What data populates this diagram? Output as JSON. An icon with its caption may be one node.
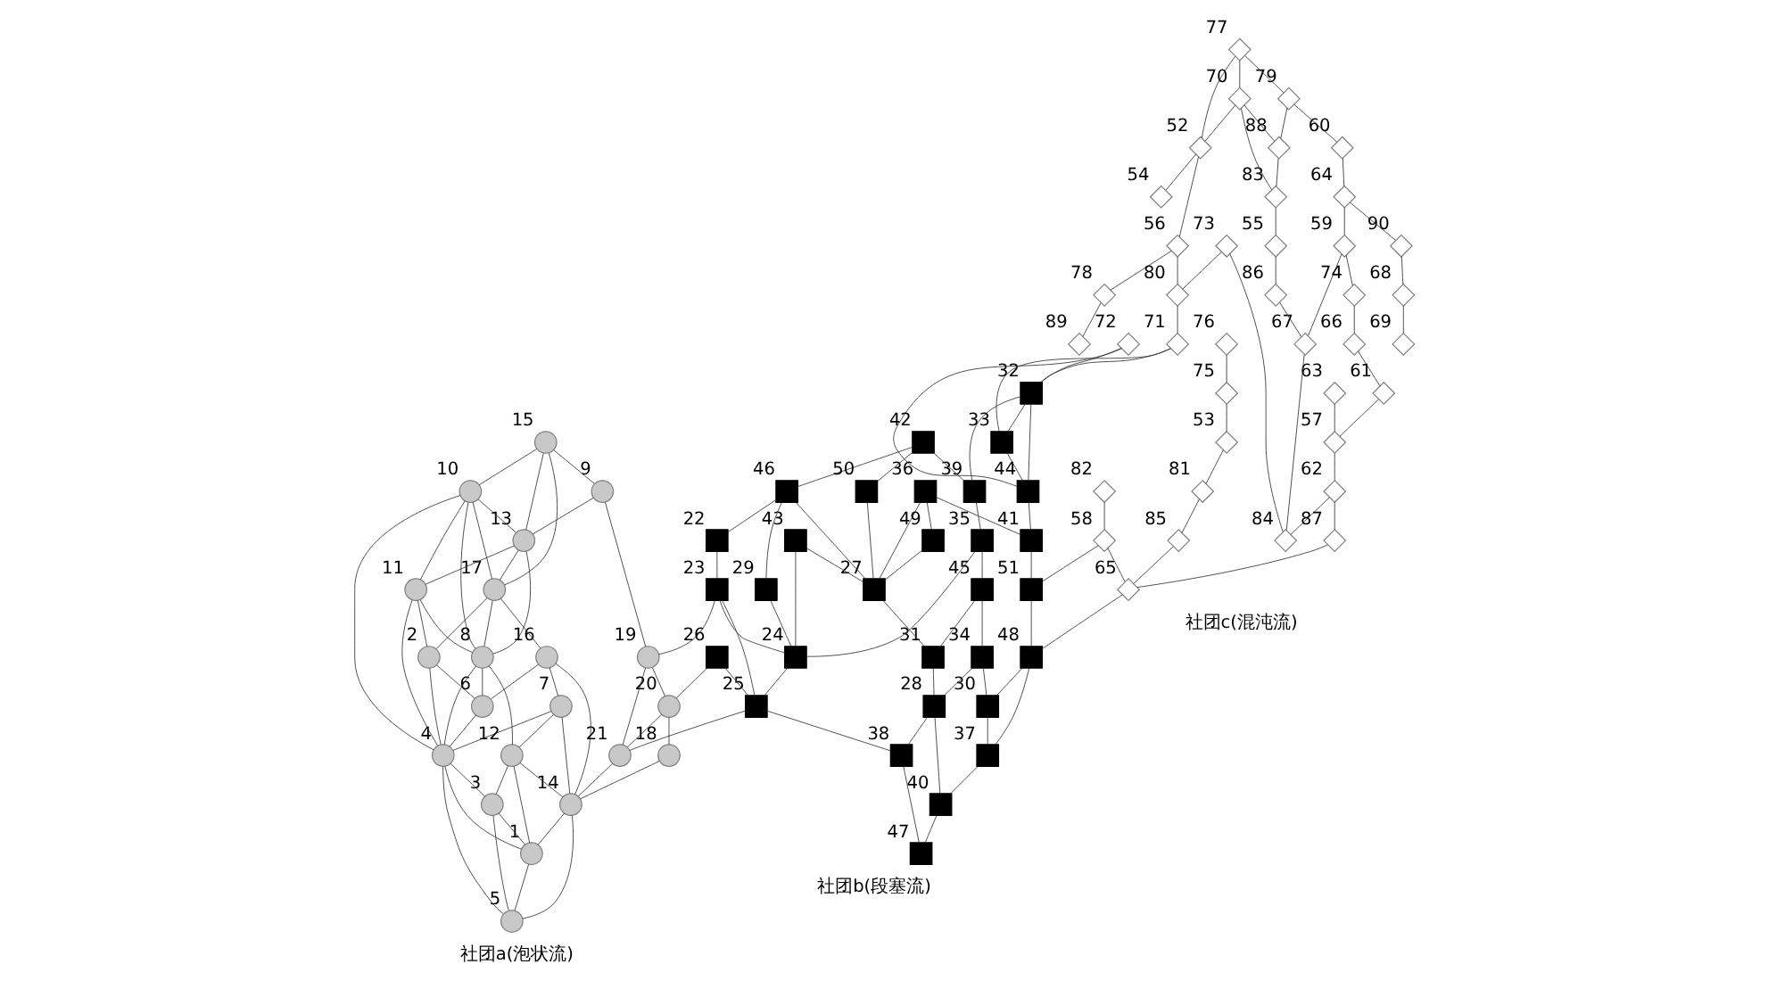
{
  "diagram": {
    "nodes": [
      {
        "text": [],
        "shape": "circle",
        "beside": [
          "1"
        ]
      },
      {
        "text": [],
        "shape": "circle",
        "beside": [
          "2"
        ]
      },
      {
        "text": [],
        "shape": "circle",
        "beside": [
          "3"
        ]
      },
      {
        "text": [],
        "shape": "circle",
        "beside": [
          "4"
        ]
      },
      {
        "text": [],
        "shape": "circle",
        "beside": [
          "5"
        ]
      },
      {
        "text": [],
        "shape": "circle",
        "beside": [
          "6"
        ]
      },
      {
        "text": [],
        "shape": "circle",
        "beside": [
          "7"
        ]
      },
      {
        "text": [],
        "shape": "circle",
        "beside": [
          "8"
        ]
      },
      {
        "text": [],
        "shape": "circle",
        "beside": [
          "9"
        ]
      },
      {
        "text": [],
        "shape": "circle",
        "beside": [
          "10"
        ]
      },
      {
        "text": [],
        "shape": "circle",
        "beside": [
          "11"
        ]
      },
      {
        "text": [],
        "shape": "circle",
        "beside": [
          "12"
        ]
      },
      {
        "text": [],
        "shape": "circle",
        "beside": [
          "13"
        ]
      },
      {
        "text": [],
        "shape": "circle",
        "beside": [
          "14"
        ]
      },
      {
        "text": [],
        "shape": "circle",
        "beside": [
          "15"
        ]
      },
      {
        "text": [],
        "shape": "circle",
        "beside": [
          "16"
        ]
      },
      {
        "text": [],
        "shape": "circle",
        "beside": [
          "17"
        ]
      },
      {
        "text": [],
        "shape": "circle",
        "beside": [
          "18"
        ]
      },
      {
        "text": [],
        "shape": "circle",
        "beside": [
          "19"
        ]
      },
      {
        "text": [],
        "shape": "circle",
        "beside": [
          "20"
        ]
      },
      {
        "text": [],
        "shape": "circle",
        "beside": [
          "21"
        ]
      },
      {
        "text": [],
        "shape": "box",
        "beside": [
          "22"
        ]
      },
      {
        "text": [],
        "shape": "box",
        "beside": [
          "23"
        ]
      },
      {
        "text": [],
        "shape": "box",
        "beside": [
          "24"
        ]
      },
      {
        "text": [],
        "shape": "box",
        "beside": [
          "25"
        ]
      },
      {
        "text": [],
        "shape": "box",
        "beside": [
          "26"
        ]
      },
      {
        "text": [],
        "shape": "box",
        "beside": [
          "27"
        ]
      },
      {
        "text": [],
        "shape": "box",
        "beside": [
          "28"
        ]
      },
      {
        "text": [],
        "shape": "box",
        "beside": [
          "29"
        ]
      },
      {
        "text": [],
        "shape": "box",
        "beside": [
          "30"
        ]
      },
      {
        "text": [],
        "shape": "box",
        "beside": [
          "31"
        ]
      },
      {
        "text": [],
        "shape": "box",
        "beside": [
          "32"
        ]
      },
      {
        "text": [],
        "shape": "box",
        "beside": [
          "33"
        ]
      },
      {
        "text": [],
        "shape": "box",
        "beside": [
          "34"
        ]
      },
      {
        "text": [],
        "shape": "box",
        "beside": [
          "35"
        ]
      },
      {
        "text": [],
        "shape": "box",
        "beside": [
          "36"
        ]
      },
      {
        "text": [],
        "shape": "box",
        "beside": [
          "37"
        ]
      },
      {
        "text": [],
        "shape": "box",
        "beside": [
          "38"
        ]
      },
      {
        "text": [],
        "shape": "box",
        "beside": [
          "39"
        ]
      },
      {
        "text": [],
        "shape": "box",
        "beside": [
          "40"
        ]
      },
      {
        "text": [],
        "shape": "box",
        "beside": [
          "41"
        ]
      },
      {
        "text": [],
        "shape": "box",
        "beside": [
          "42"
        ]
      },
      {
        "text": [],
        "shape": "box",
        "beside": [
          "43"
        ]
      },
      {
        "text": [],
        "shape": "box",
        "beside": [
          "44"
        ]
      },
      {
        "text": [],
        "shape": "box",
        "beside": [
          "45"
        ]
      },
      {
        "text": [],
        "shape": "box",
        "beside": [
          "46"
        ]
      },
      {
        "text": [],
        "shape": "box",
        "beside": [
          "47"
        ]
      },
      {
        "text": [],
        "shape": "box",
        "beside": [
          "48"
        ]
      },
      {
        "text": [],
        "shape": "box",
        "beside": [
          "49"
        ]
      },
      {
        "text": [],
        "shape": "box",
        "beside": [
          "50"
        ]
      },
      {
        "text": [],
        "shape": "box",
        "beside": [
          "51"
        ]
      },
      {
        "text": [],
        "shape": "diamond",
        "beside": [
          "52"
        ]
      },
      {
        "text": [],
        "shape": "diamond",
        "beside": [
          "53"
        ]
      },
      {
        "text": [],
        "shape": "diamond",
        "beside": [
          "54"
        ]
      },
      {
        "text": [],
        "shape": "diamond",
        "beside": [
          "55"
        ]
      },
      {
        "text": [],
        "shape": "diamond",
        "beside": [
          "56"
        ]
      },
      {
        "text": [],
        "shape": "diamond",
        "beside": [
          "57"
        ]
      },
      {
        "text": [],
        "shape": "diamond",
        "beside": [
          "58"
        ]
      },
      {
        "text": [],
        "shape": "diamond",
        "beside": [
          "59"
        ]
      },
      {
        "text": [],
        "shape": "diamond",
        "beside": [
          "60"
        ]
      },
      {
        "text": [],
        "shape": "diamond",
        "beside": [
          "61"
        ]
      },
      {
        "text": [],
        "shape": "diamond",
        "beside": [
          "62"
        ]
      },
      {
        "text": [],
        "shape": "diamond",
        "beside": [
          "63"
        ]
      },
      {
        "text": [],
        "shape": "diamond",
        "beside": [
          "64"
        ]
      },
      {
        "text": [],
        "shape": "diamond",
        "beside": [
          "65"
        ]
      },
      {
        "text": [],
        "shape": "diamond",
        "beside": [
          "66"
        ]
      },
      {
        "text": [],
        "shape": "diamond",
        "beside": [
          "67"
        ]
      },
      {
        "text": [],
        "shape": "diamond",
        "beside": [
          "68"
        ]
      },
      {
        "text": [],
        "shape": "diamond",
        "beside": [
          "69"
        ]
      },
      {
        "text": [],
        "shape": "diamond",
        "beside": [
          "70"
        ]
      },
      {
        "text": [],
        "shape": "diamond",
        "beside": [
          "71"
        ]
      },
      {
        "text": [],
        "shape": "diamond",
        "beside": [
          "72"
        ]
      },
      {
        "text": [],
        "shape": "diamond",
        "beside": [
          "73"
        ]
      },
      {
        "text": [],
        "shape": "diamond",
        "beside": [
          "74"
        ]
      },
      {
        "text": [],
        "shape": "diamond",
        "beside": [
          "75"
        ]
      },
      {
        "text": [],
        "shape": "diamond",
        "beside": [
          "76"
        ]
      },
      {
        "text": [],
        "shape": "diamond",
        "beside": [
          "77"
        ]
      },
      {
        "text": [],
        "shape": "diamond",
        "beside": [
          "78"
        ]
      },
      {
        "text": [],
        "shape": "diamond",
        "beside": [
          "79"
        ]
      },
      {
        "text": [],
        "shape": "diamond",
        "beside": [
          "80"
        ]
      },
      {
        "text": [],
        "shape": "diamond",
        "beside": [
          "81"
        ]
      },
      {
        "text": [],
        "shape": "diamond",
        "beside": [
          "82"
        ]
      },
      {
        "text": [],
        "shape": "diamond",
        "beside": [
          "83"
        ]
      },
      {
        "text": [],
        "shape": "diamond",
        "beside": [
          "84"
        ]
      },
      {
        "text": [],
        "shape": "diamond",
        "beside": [
          "85"
        ]
      },
      {
        "text": [],
        "shape": "diamond",
        "beside": [
          "86"
        ]
      },
      {
        "text": [],
        "shape": "diamond",
        "beside": [
          "87"
        ]
      },
      {
        "text": [],
        "shape": "diamond",
        "beside": [
          "88"
        ]
      },
      {
        "text": [],
        "shape": "diamond",
        "beside": [
          "89"
        ]
      },
      {
        "text": [],
        "shape": "diamond",
        "beside": [
          "90"
        ]
      }
    ],
    "edges": [
      {
        "from": 14,
        "to": 9,
        "arrow": "none"
      },
      {
        "from": 8,
        "to": 12,
        "arrow": "none"
      },
      {
        "from": 12,
        "to": 10,
        "arrow": "none"
      },
      {
        "from": 16,
        "to": 1,
        "arrow": "none"
      },
      {
        "from": 15,
        "to": 5,
        "arrow": "none"
      },
      {
        "from": 11,
        "to": 2,
        "arrow": "none"
      },
      {
        "from": 13,
        "to": 4,
        "arrow": "none"
      },
      {
        "from": 13,
        "to": 0,
        "arrow": "none"
      },
      {
        "from": 0,
        "to": 4,
        "arrow": "none"
      },
      {
        "from": 14,
        "to": 8,
        "arrow": "none"
      },
      {
        "from": 14,
        "to": 12,
        "arrow": "none"
      },
      {
        "from": 14,
        "to": 16,
        "arrow": "none"
      },
      {
        "from": 9,
        "to": 10,
        "arrow": "none"
      },
      {
        "from": 9,
        "to": 12,
        "arrow": "none"
      },
      {
        "from": 9,
        "to": 16,
        "arrow": "none"
      },
      {
        "from": 9,
        "to": 7,
        "arrow": "none"
      },
      {
        "from": 9,
        "to": 3,
        "arrow": "none"
      },
      {
        "from": 10,
        "to": 1,
        "arrow": "none"
      },
      {
        "from": 10,
        "to": 3,
        "arrow": "none"
      },
      {
        "from": 10,
        "to": 7,
        "arrow": "none"
      },
      {
        "from": 1,
        "to": 5,
        "arrow": "none"
      },
      {
        "from": 1,
        "to": 3,
        "arrow": "none"
      },
      {
        "from": 5,
        "to": 3,
        "arrow": "none"
      },
      {
        "from": 3,
        "to": 2,
        "arrow": "none"
      },
      {
        "from": 3,
        "to": 0,
        "arrow": "none"
      },
      {
        "from": 3,
        "to": 4,
        "arrow": "none"
      },
      {
        "from": 2,
        "to": 4,
        "arrow": "none"
      },
      {
        "from": 2,
        "to": 0,
        "arrow": "none"
      },
      {
        "from": 7,
        "to": 3,
        "arrow": "none"
      },
      {
        "from": 7,
        "to": 5,
        "arrow": "none"
      },
      {
        "from": 7,
        "to": 11,
        "arrow": "none"
      },
      {
        "from": 16,
        "to": 15,
        "arrow": "none"
      },
      {
        "from": 15,
        "to": 6,
        "arrow": "none"
      },
      {
        "from": 6,
        "to": 11,
        "arrow": "none"
      },
      {
        "from": 12,
        "to": 16,
        "arrow": "none"
      },
      {
        "from": 8,
        "to": 18,
        "arrow": "none"
      },
      {
        "from": 18,
        "to": 19,
        "arrow": "none"
      },
      {
        "from": 19,
        "to": 17,
        "arrow": "none"
      },
      {
        "from": 19,
        "to": 20,
        "arrow": "none"
      },
      {
        "from": 20,
        "to": 13,
        "arrow": "none"
      },
      {
        "from": 18,
        "to": 20,
        "arrow": "none"
      },
      {
        "from": 11,
        "to": 0,
        "arrow": "none"
      },
      {
        "from": 11,
        "to": 13,
        "arrow": "none"
      },
      {
        "from": 6,
        "to": 13,
        "arrow": "none"
      },
      {
        "from": 15,
        "to": 13,
        "arrow": "none"
      },
      {
        "from": 17,
        "to": 13,
        "arrow": "none"
      },
      {
        "from": 6,
        "to": 3,
        "arrow": "none"
      },
      {
        "from": 16,
        "to": 7,
        "arrow": "none"
      },
      {
        "from": 12,
        "to": 7,
        "arrow": "none"
      },
      {
        "from": 22,
        "to": 18,
        "arrow": "none"
      },
      {
        "from": 25,
        "to": 19,
        "arrow": "none"
      },
      {
        "from": 24,
        "to": 20,
        "arrow": "none"
      },
      {
        "from": 41,
        "to": 45,
        "arrow": "none"
      },
      {
        "from": 45,
        "to": 21,
        "arrow": "none"
      },
      {
        "from": 21,
        "to": 22,
        "arrow": "none"
      },
      {
        "from": 41,
        "to": 49,
        "arrow": "none"
      },
      {
        "from": 41,
        "to": 38,
        "arrow": "none"
      },
      {
        "from": 31,
        "to": 32,
        "arrow": "none"
      },
      {
        "from": 31,
        "to": 43,
        "arrow": "none"
      },
      {
        "from": 31,
        "to": 38,
        "arrow": "none"
      },
      {
        "from": 32,
        "to": 43,
        "arrow": "none"
      },
      {
        "from": 43,
        "to": 40,
        "arrow": "none"
      },
      {
        "from": 40,
        "to": 50,
        "arrow": "none"
      },
      {
        "from": 50,
        "to": 47,
        "arrow": "none"
      },
      {
        "from": 47,
        "to": 29,
        "arrow": "none"
      },
      {
        "from": 29,
        "to": 36,
        "arrow": "none"
      },
      {
        "from": 36,
        "to": 39,
        "arrow": "none"
      },
      {
        "from": 39,
        "to": 46,
        "arrow": "none"
      },
      {
        "from": 27,
        "to": 37,
        "arrow": "none"
      },
      {
        "from": 27,
        "to": 39,
        "arrow": "none"
      },
      {
        "from": 33,
        "to": 27,
        "arrow": "none"
      },
      {
        "from": 44,
        "to": 30,
        "arrow": "none"
      },
      {
        "from": 48,
        "to": 26,
        "arrow": "none"
      },
      {
        "from": 26,
        "to": 30,
        "arrow": "none"
      },
      {
        "from": 30,
        "to": 27,
        "arrow": "none"
      },
      {
        "from": 35,
        "to": 40,
        "arrow": "none"
      },
      {
        "from": 34,
        "to": 23,
        "arrow": "none"
      },
      {
        "from": 42,
        "to": 23,
        "arrow": "none"
      },
      {
        "from": 28,
        "to": 23,
        "arrow": "none"
      },
      {
        "from": 23,
        "to": 24,
        "arrow": "none"
      },
      {
        "from": 25,
        "to": 24,
        "arrow": "none"
      },
      {
        "from": 24,
        "to": 37,
        "arrow": "none"
      },
      {
        "from": 37,
        "to": 46,
        "arrow": "none"
      },
      {
        "from": 22,
        "to": 23,
        "arrow": "none"
      },
      {
        "from": 22,
        "to": 24,
        "arrow": "none"
      },
      {
        "from": 38,
        "to": 34,
        "arrow": "none"
      },
      {
        "from": 34,
        "to": 44,
        "arrow": "none"
      },
      {
        "from": 44,
        "to": 33,
        "arrow": "none"
      },
      {
        "from": 33,
        "to": 29,
        "arrow": "none"
      },
      {
        "from": 42,
        "to": 26,
        "arrow": "none"
      },
      {
        "from": 49,
        "to": 26,
        "arrow": "none"
      },
      {
        "from": 45,
        "to": 28,
        "arrow": "none"
      },
      {
        "from": 45,
        "to": 26,
        "arrow": "none"
      },
      {
        "from": 35,
        "to": 48,
        "arrow": "none"
      },
      {
        "from": 35,
        "to": 26,
        "arrow": "none"
      },
      {
        "from": 47,
        "to": 36,
        "arrow": "none"
      },
      {
        "from": 70,
        "to": 32,
        "arrow": "none"
      },
      {
        "from": 71,
        "to": 43,
        "arrow": "none"
      },
      {
        "from": 57,
        "to": 50,
        "arrow": "none"
      },
      {
        "from": 64,
        "to": 47,
        "arrow": "none"
      },
      {
        "from": 70,
        "to": 31,
        "arrow": "none"
      },
      {
        "from": 71,
        "to": 31,
        "arrow": "none"
      },
      {
        "from": 76,
        "to": 69,
        "arrow": "none"
      },
      {
        "from": 62,
        "to": 56,
        "arrow": "none"
      },
      {
        "from": 86,
        "to": 64,
        "arrow": "none"
      },
      {
        "from": 76,
        "to": 78,
        "arrow": "none"
      },
      {
        "from": 78,
        "to": 59,
        "arrow": "none"
      },
      {
        "from": 59,
        "to": 63,
        "arrow": "none"
      },
      {
        "from": 63,
        "to": 89,
        "arrow": "none"
      },
      {
        "from": 89,
        "to": 67,
        "arrow": "none"
      },
      {
        "from": 67,
        "to": 68,
        "arrow": "none"
      },
      {
        "from": 69,
        "to": 82,
        "arrow": "none"
      },
      {
        "from": 69,
        "to": 87,
        "arrow": "none"
      },
      {
        "from": 51,
        "to": 55,
        "arrow": "none"
      },
      {
        "from": 51,
        "to": 53,
        "arrow": "none"
      },
      {
        "from": 55,
        "to": 79,
        "arrow": "none"
      },
      {
        "from": 55,
        "to": 77,
        "arrow": "none"
      },
      {
        "from": 77,
        "to": 88,
        "arrow": "none"
      },
      {
        "from": 79,
        "to": 70,
        "arrow": "none"
      },
      {
        "from": 87,
        "to": 82,
        "arrow": "none"
      },
      {
        "from": 82,
        "to": 54,
        "arrow": "none"
      },
      {
        "from": 54,
        "to": 85,
        "arrow": "none"
      },
      {
        "from": 85,
        "to": 66,
        "arrow": "none"
      },
      {
        "from": 66,
        "to": 83,
        "arrow": "none"
      },
      {
        "from": 58,
        "to": 73,
        "arrow": "none"
      },
      {
        "from": 73,
        "to": 65,
        "arrow": "none"
      },
      {
        "from": 65,
        "to": 60,
        "arrow": "none"
      },
      {
        "from": 60,
        "to": 56,
        "arrow": "none"
      },
      {
        "from": 56,
        "to": 61,
        "arrow": "none"
      },
      {
        "from": 61,
        "to": 86,
        "arrow": "none"
      },
      {
        "from": 52,
        "to": 80,
        "arrow": "none"
      },
      {
        "from": 80,
        "to": 84,
        "arrow": "none"
      },
      {
        "from": 84,
        "to": 64,
        "arrow": "none"
      },
      {
        "from": 81,
        "to": 57,
        "arrow": "none"
      },
      {
        "from": 57,
        "to": 64,
        "arrow": "none"
      },
      {
        "from": 74,
        "to": 52,
        "arrow": "none"
      },
      {
        "from": 75,
        "to": 74,
        "arrow": "none"
      },
      {
        "from": 72,
        "to": 83,
        "arrow": "none"
      },
      {
        "from": 72,
        "to": 79,
        "arrow": "none"
      },
      {
        "from": 63,
        "to": 58,
        "arrow": "none"
      },
      {
        "from": 76,
        "to": 51,
        "arrow": "none"
      },
      {
        "from": 69,
        "to": 51,
        "arrow": "none"
      },
      {
        "from": 78,
        "to": 87,
        "arrow": "none"
      },
      {
        "from": 58,
        "to": 66,
        "arrow": "none"
      },
      {
        "from": 61,
        "to": 83,
        "arrow": "none"
      }
    ],
    "labels": [
      "社团c(混沌流)",
      "社团b(段塞流)",
      "社团a(泡状流)"
    ]
  }
}
